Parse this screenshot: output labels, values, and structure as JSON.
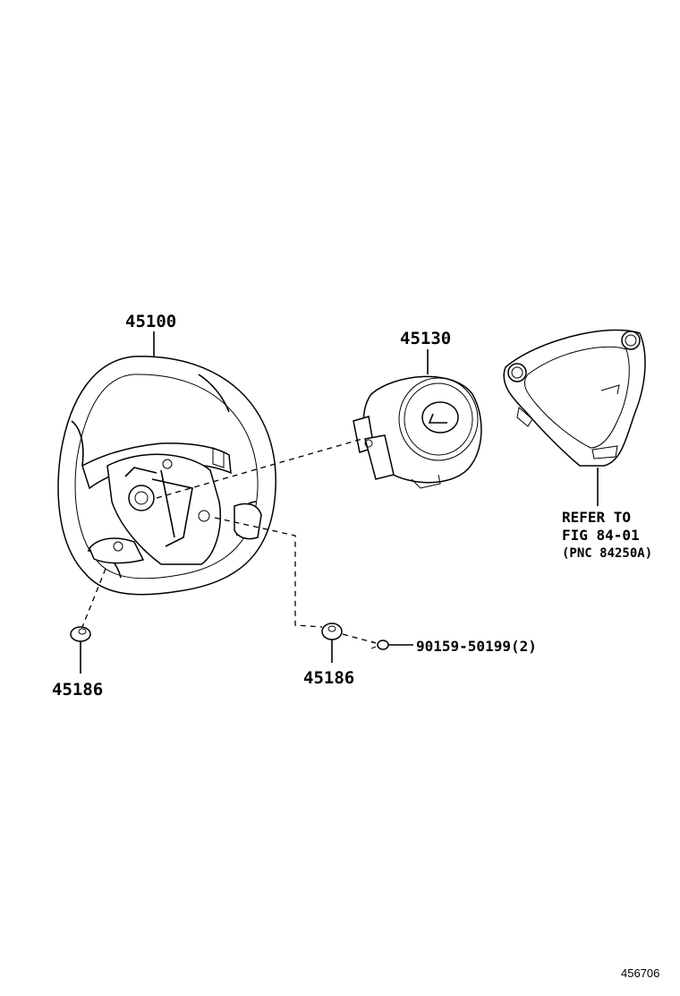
{
  "parts": {
    "steering_wheel": "45100",
    "airbag_pad": "45130",
    "cover_left": "45186",
    "cover_right": "45186",
    "screw": "90159-50199(2)"
  },
  "reference_note": {
    "line1": "REFER TO",
    "line2": "FIG 84-01",
    "line3": "(PNC 84250A)"
  },
  "figure_number": "456706"
}
